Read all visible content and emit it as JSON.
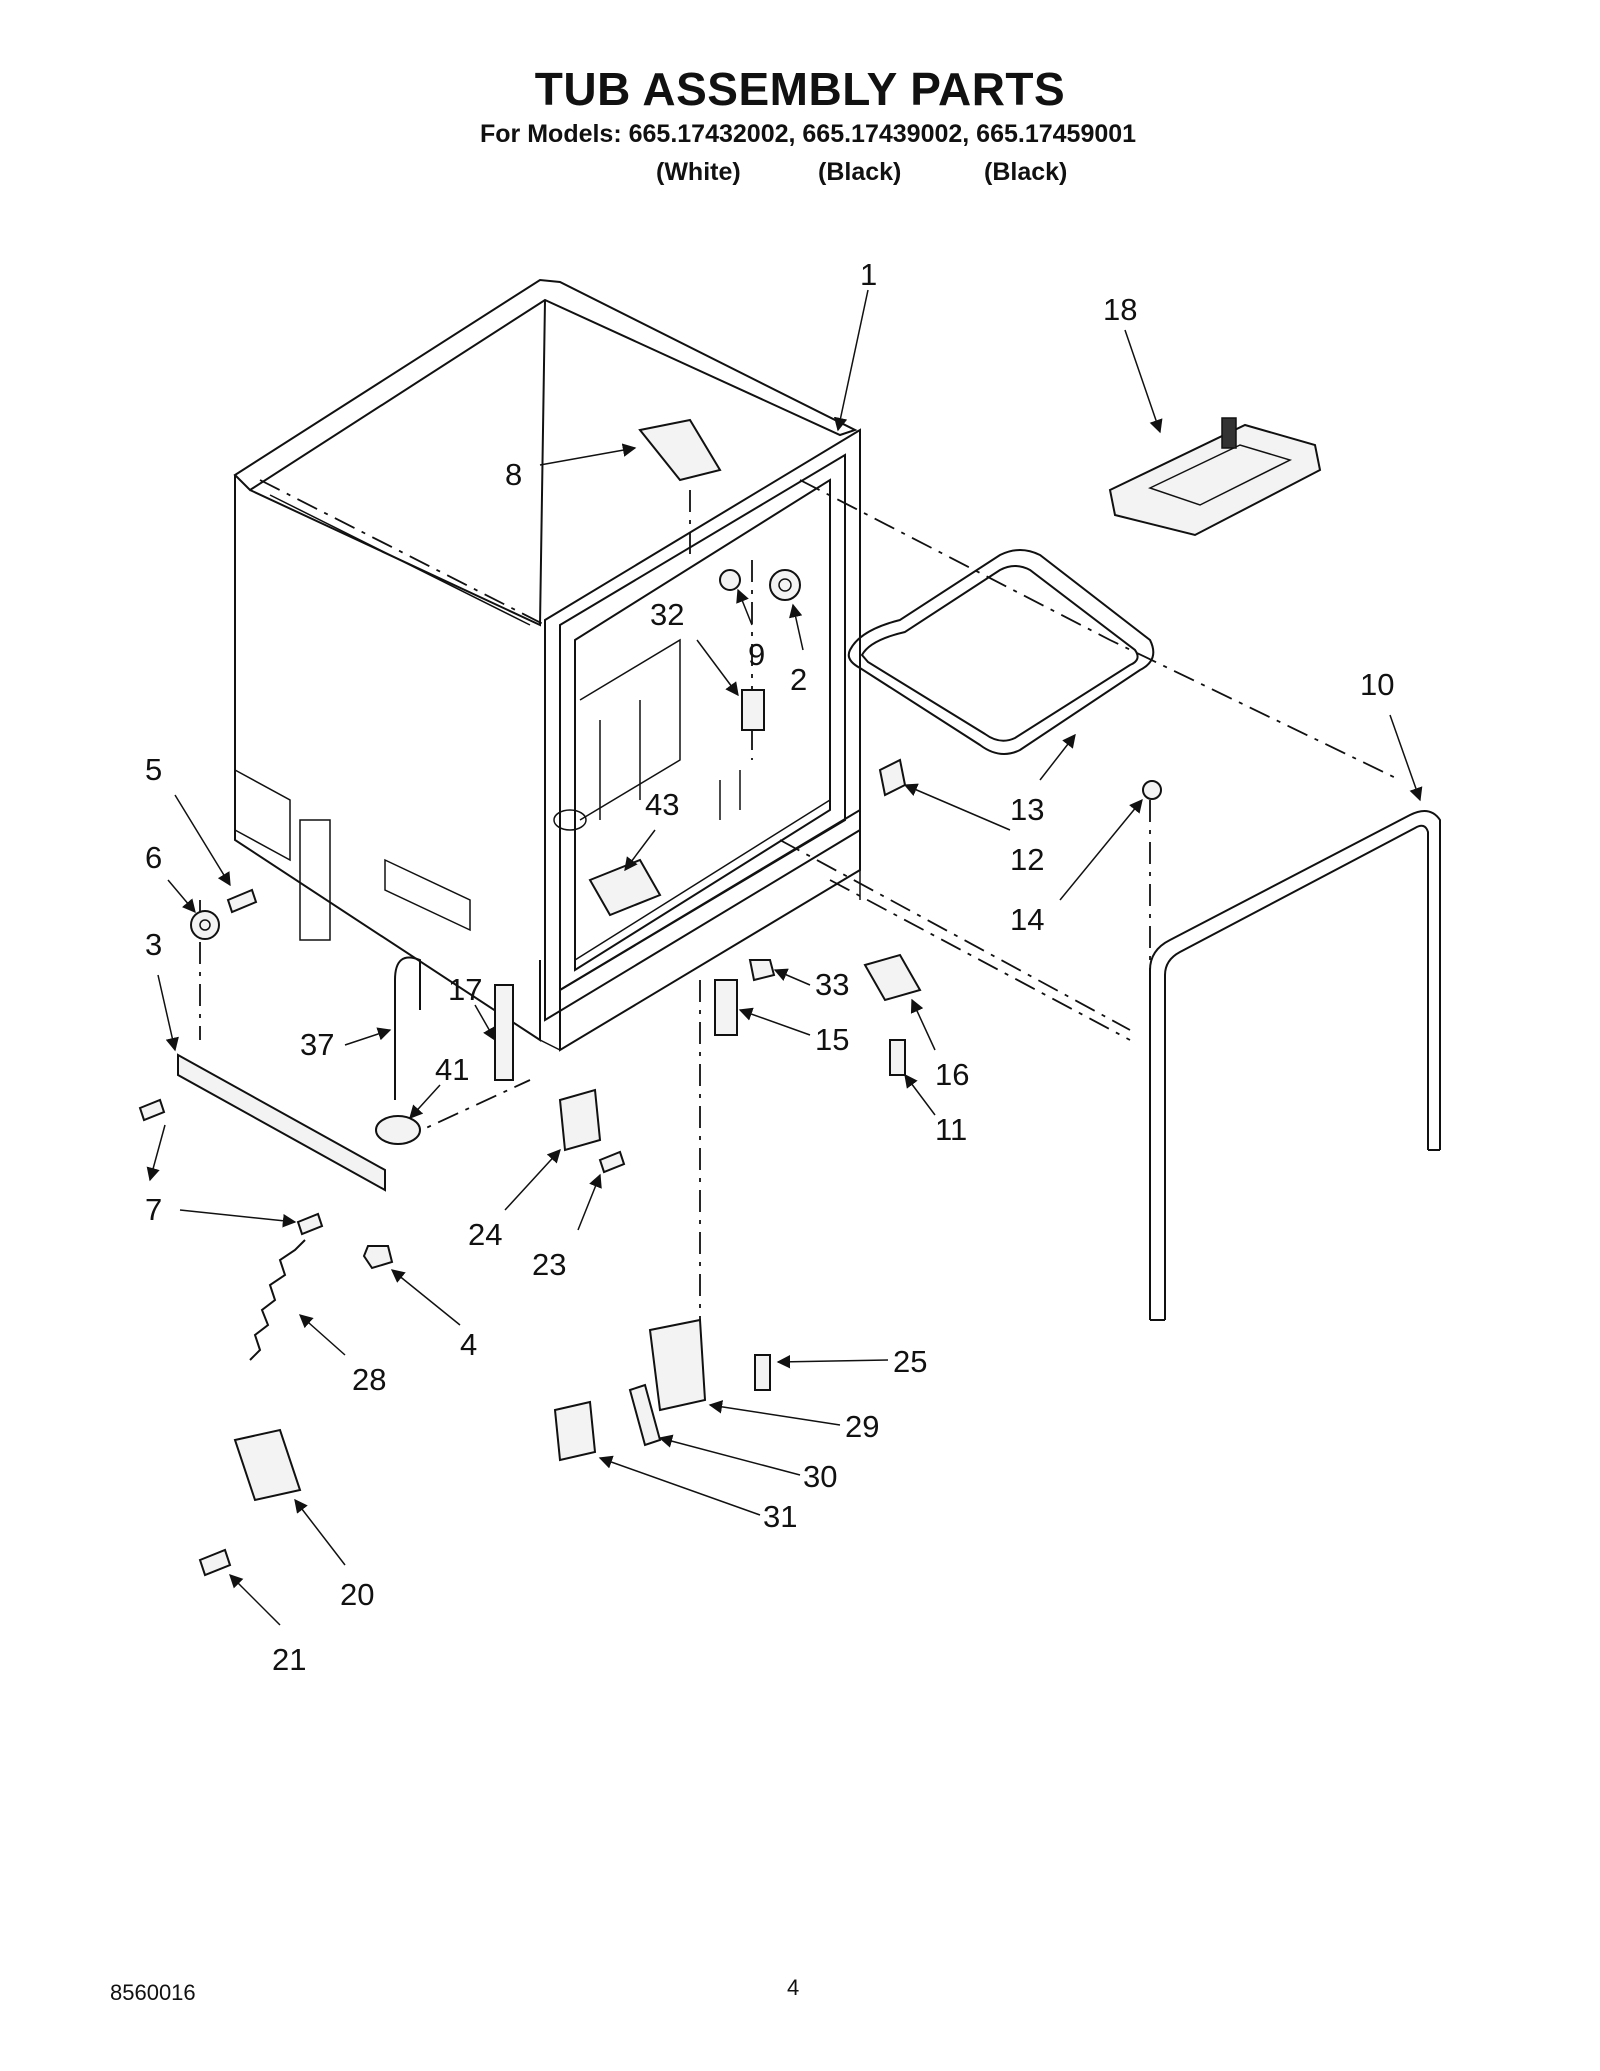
{
  "header": {
    "title": "TUB ASSEMBLY PARTS",
    "models_line": "For Models: 665.17432002, 665.17439002, 665.17459001",
    "model_colors": [
      "(White)",
      "(Black)",
      "(Black)"
    ]
  },
  "callouts": [
    "1",
    "18",
    "8",
    "32",
    "9",
    "2",
    "10",
    "13",
    "12",
    "14",
    "5",
    "6",
    "3",
    "43",
    "33",
    "15",
    "16",
    "11",
    "17",
    "37",
    "41",
    "7",
    "24",
    "23",
    "4",
    "28",
    "25",
    "29",
    "30",
    "31",
    "20",
    "21"
  ],
  "footer": {
    "document_number": "8560016",
    "page_number": "4"
  }
}
